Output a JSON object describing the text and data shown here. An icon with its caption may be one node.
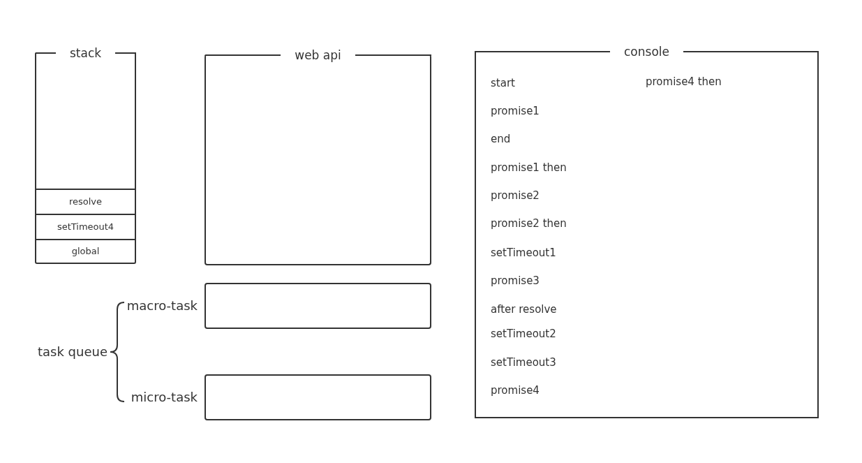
{
  "diagram": {
    "nodes": [
      {
        "text": [
          "stack"
        ]
      },
      {
        "text": [
          "resolve"
        ],
        "in": 0
      },
      {
        "text": [
          "setTimeout4"
        ],
        "in": 0
      },
      {
        "text": [
          "global"
        ],
        "in": 0
      },
      {
        "text": [
          "web api"
        ]
      },
      {
        "text": [],
        "shape": "box",
        "beside": [
          "macro-task"
        ]
      },
      {
        "text": [],
        "shape": "box",
        "beside": [
          "micro-task"
        ]
      },
      {
        "text": [
          "console",
          "start",
          "promise1",
          "end",
          "promise1 then",
          "promise2",
          "promise2 then",
          "setTimeout1",
          "promise3",
          "after resolve",
          "setTimeout2",
          "setTimeout3",
          "promise4",
          "promise4 then"
        ]
      }
    ],
    "labels": [
      "task queue"
    ]
  }
}
